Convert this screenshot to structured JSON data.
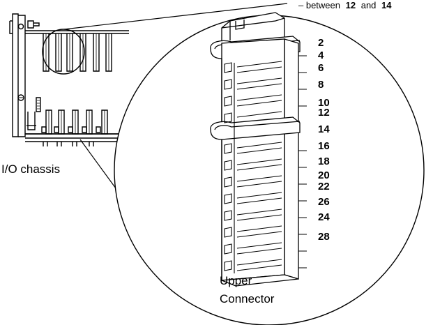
{
  "header_note": {
    "prefix": "– between",
    "first_value": "12",
    "joiner": "and",
    "second_value": "14"
  },
  "labels": {
    "chassis": "I/O chassis",
    "connector_line1": "Upper",
    "connector_line2": "Connector"
  },
  "pin_numbers": [
    "2",
    "4",
    "6",
    "8",
    "10",
    "12",
    "14",
    "16",
    "18",
    "20",
    "22",
    "26",
    "24",
    "28"
  ]
}
